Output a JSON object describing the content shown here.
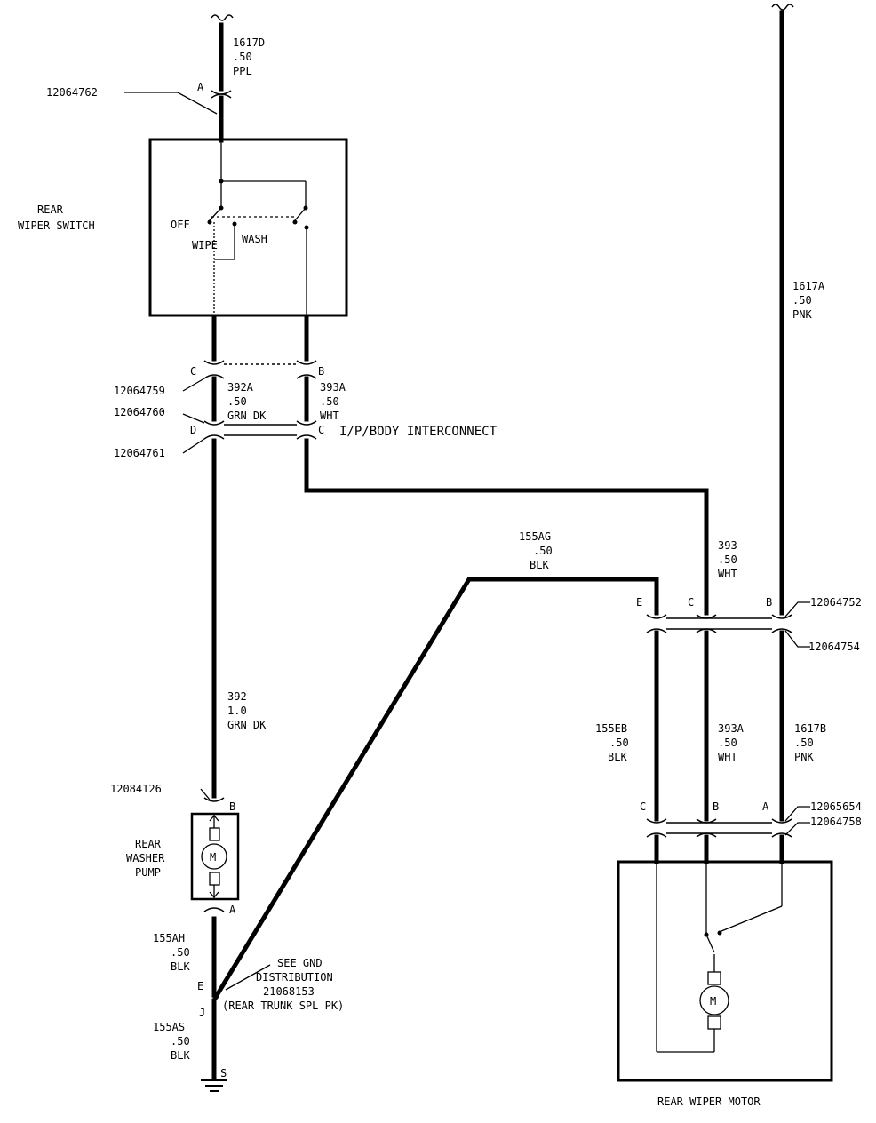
{
  "components": {
    "rear_wiper_switch": {
      "name": [
        "REAR",
        "WIPER SWITCH"
      ],
      "positions": [
        "OFF",
        "WIPE",
        "WASH"
      ]
    },
    "rear_washer_pump": {
      "name": [
        "REAR",
        "WASHER",
        "PUMP"
      ],
      "symbol": "M"
    },
    "rear_wiper_motor": {
      "name": "REAR WIPER MOTOR",
      "symbol": "M"
    },
    "interconnect": "I/P/BODY INTERCONNECT",
    "ground_note": [
      "SEE GND",
      "DISTRIBUTION",
      "21068153",
      "(REAR TRUNK SPL PK)"
    ]
  },
  "connectors": {
    "c1": "12064762",
    "c2": "12064759",
    "c3": "12064760",
    "c4": "12064761",
    "c5": "12084126",
    "c6": "12064752",
    "c7": "12064754",
    "c8": "12065654",
    "c9": "12064758"
  },
  "pins": {
    "sw_a": "A",
    "sw_c": "C",
    "sw_b": "B",
    "ic_d": "D",
    "ic_c": "C",
    "pump_b": "B",
    "pump_a": "A",
    "gnd_e": "E",
    "gnd_j": "J",
    "gnd_s": "S",
    "m_e": "E",
    "m_c": "C",
    "m_b": "B",
    "mot_c": "C",
    "mot_b": "B",
    "mot_a": "A"
  },
  "wires": {
    "w1617d": [
      "1617D",
      ".50",
      "PPL"
    ],
    "w1617a": [
      "1617A",
      ".50",
      "PNK"
    ],
    "w392a": [
      "392A",
      ".50",
      "GRN DK"
    ],
    "w393a_top": [
      "393A",
      ".50",
      "WHT"
    ],
    "w155ag": [
      "155AG",
      ".50",
      "BLK"
    ],
    "w393": [
      "393",
      ".50",
      "WHT"
    ],
    "w392": [
      "392",
      "1.0",
      "GRN DK"
    ],
    "w155eb": [
      "155EB",
      ".50",
      "BLK"
    ],
    "w393a_bot": [
      "393A",
      ".50",
      "WHT"
    ],
    "w1617b": [
      "1617B",
      ".50",
      "PNK"
    ],
    "w155ah": [
      "155AH",
      ".50",
      "BLK"
    ],
    "w155as": [
      "155AS",
      ".50",
      "BLK"
    ]
  }
}
